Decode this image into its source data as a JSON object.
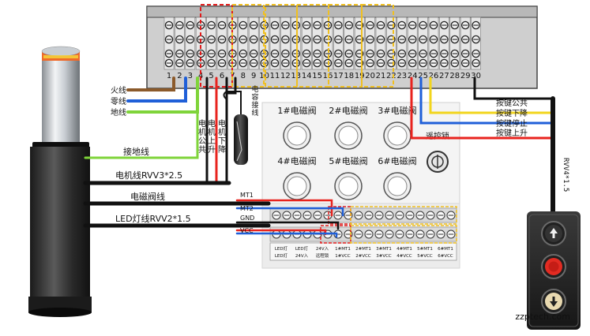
{
  "terminal_numbers": [
    "1",
    "2",
    "3",
    "4",
    "5",
    "6",
    "7",
    "8",
    "9",
    "10",
    "11",
    "12",
    "13",
    "14",
    "15",
    "16",
    "17",
    "18",
    "19",
    "20",
    "21",
    "22",
    "23",
    "24",
    "25",
    "26",
    "27",
    "28",
    "29",
    "30"
  ],
  "left_wires": {
    "live": "火线",
    "neutral": "零线",
    "ground": "地线",
    "ground_wire": "接地线",
    "motor_cable": "电机线RVV3*2.5",
    "solenoid_cable": "电磁阀线",
    "led_cable": "LED灯线RVV2*1.5"
  },
  "motor_labels": {
    "common": "电机公共",
    "up": "电机上升",
    "down": "电机下降",
    "capacitor": "电容接线"
  },
  "valves": [
    "1#电磁阀",
    "2#电磁阀",
    "3#电磁阀",
    "4#电磁阀",
    "5#电磁阀",
    "6#电磁阀"
  ],
  "remote_lock": "遥控锁",
  "signals": {
    "mt1": "MT1",
    "mt2": "MT2",
    "gnd": "GND",
    "vcc": "VCC"
  },
  "buttons": {
    "common": "按键公共",
    "down": "按键下降",
    "stop": "按键停止",
    "up": "按键上升"
  },
  "button_cable": "RVV4*1.5",
  "bottom_terminal_labels": [
    [
      "LED灯",
      "LED灯"
    ],
    [
      "LED灯",
      "24V入"
    ],
    [
      "24V入",
      "远程锁"
    ],
    [
      "1#MT1",
      "1#VCC"
    ],
    [
      "2#MT1",
      "2#VCC"
    ],
    [
      "3#MT1",
      "3#VCC"
    ],
    [
      "4#MT1",
      "4#VCC"
    ],
    [
      "5#MT1",
      "5#VCC"
    ],
    [
      "6#MT1",
      "6#VCC"
    ]
  ],
  "watermark": "zzptech.com",
  "colors": {
    "brown": "#8B5A2B",
    "blue": "#1f5fd8",
    "green_yellow": "#7fd43a",
    "red": "#e8231e",
    "yellow": "#f2d51c",
    "black": "#111111",
    "dash_red": "#e11b1b",
    "dash_yellow": "#f0c020"
  }
}
